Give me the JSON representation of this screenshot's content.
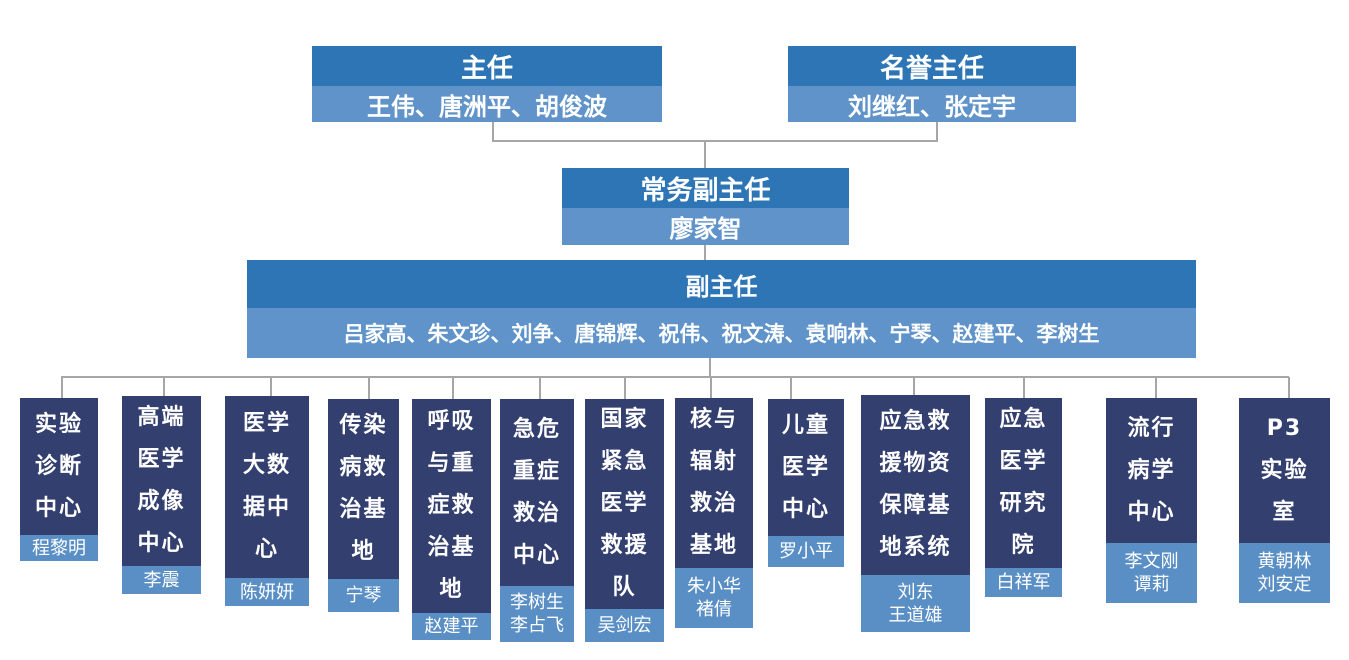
{
  "director": {
    "title": "主任",
    "names": "王伟、唐洲平、胡俊波"
  },
  "honorary_director": {
    "title": "名誉主任",
    "names": "刘继红、张定宇"
  },
  "executive_deputy": {
    "title": "常务副主任",
    "names": "廖家智"
  },
  "deputy_directors": {
    "title": "副主任",
    "names": "吕家高、朱文珍、刘争、唐锦辉、祝伟、祝文涛、袁响林、宁琴、赵建平、李树生"
  },
  "units": [
    {
      "lines": [
        "实验",
        "诊断",
        "中心"
      ],
      "leaders": [
        "程黎明"
      ]
    },
    {
      "lines": [
        "高端",
        "医学",
        "成像",
        "中心"
      ],
      "leaders": [
        "李震"
      ]
    },
    {
      "lines": [
        "医学",
        "大数",
        "据中",
        "心"
      ],
      "leaders": [
        "陈妍妍"
      ]
    },
    {
      "lines": [
        "传染",
        "病救",
        "治基",
        "地"
      ],
      "leaders": [
        "宁琴"
      ]
    },
    {
      "lines": [
        "呼吸",
        "与重",
        "症救",
        "治基",
        "地"
      ],
      "leaders": [
        "赵建平"
      ]
    },
    {
      "lines": [
        "急危",
        "重症",
        "救治",
        "中心"
      ],
      "leaders": [
        "李树生",
        "李占飞"
      ]
    },
    {
      "lines": [
        "国家",
        "紧急",
        "医学",
        "救援",
        "队"
      ],
      "leaders": [
        "吴剑宏"
      ]
    },
    {
      "lines": [
        "核与",
        "辐射",
        "救治",
        "基地"
      ],
      "leaders": [
        "朱小华",
        "褚倩"
      ]
    },
    {
      "lines": [
        "儿童",
        "医学",
        "中心"
      ],
      "leaders": [
        "罗小平"
      ]
    },
    {
      "lines": [
        "应急救",
        "援物资",
        "保障基",
        "地系统"
      ],
      "leaders": [
        "刘东",
        "王道雄"
      ]
    },
    {
      "lines": [
        "应急",
        "医学",
        "研究",
        "院"
      ],
      "leaders": [
        "白祥军"
      ]
    },
    {
      "lines": [
        "流行",
        "病学",
        "中心"
      ],
      "leaders": [
        "李文刚",
        "谭莉"
      ]
    },
    {
      "lines": [
        "P3",
        "实验",
        "室"
      ],
      "leaders": [
        "黄朝林",
        "刘安定"
      ]
    }
  ]
}
